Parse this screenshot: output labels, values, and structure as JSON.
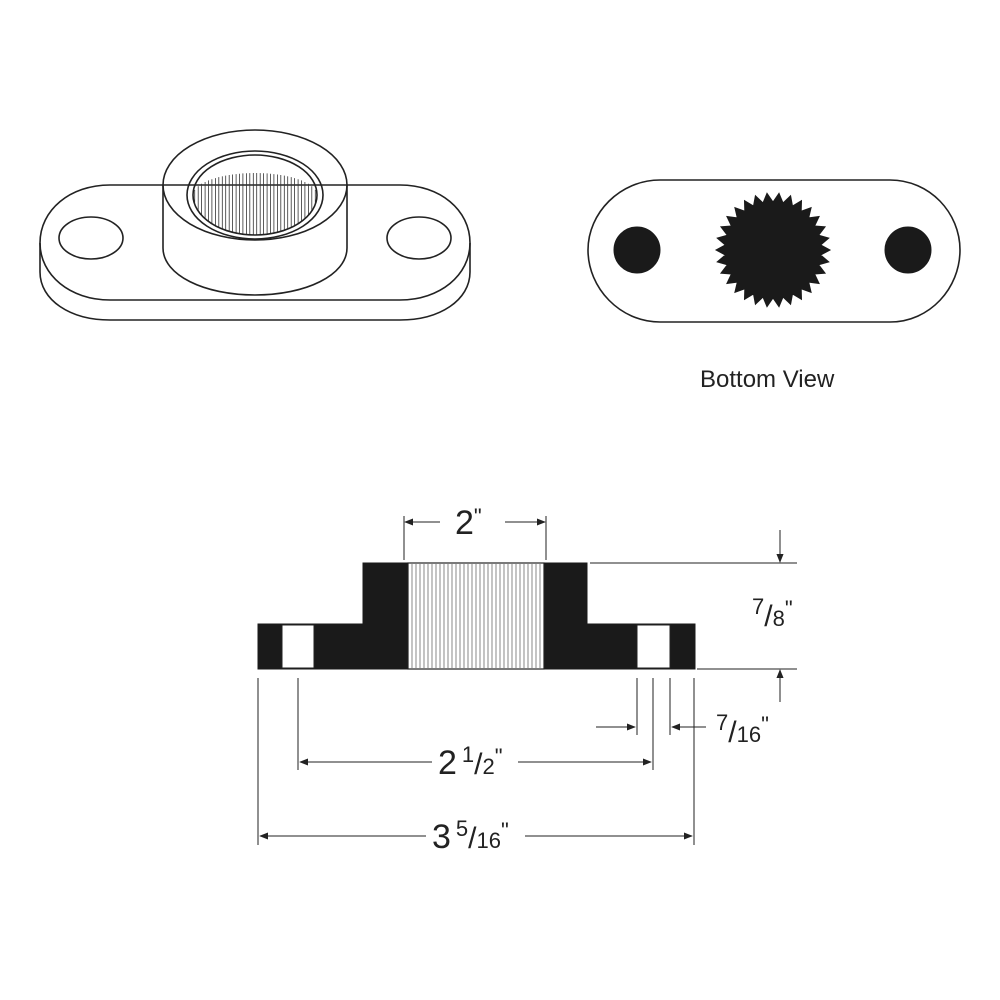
{
  "bottom_view_label": "Bottom View",
  "dimensions": {
    "bore": {
      "whole": "2",
      "unit": "\""
    },
    "height": {
      "num": "7",
      "den": "8",
      "unit": "\""
    },
    "hole": {
      "num": "7",
      "den": "16",
      "unit": "\""
    },
    "hole_spacing": {
      "whole": "2",
      "num": "1",
      "den": "2",
      "unit": "\""
    },
    "overall_length": {
      "whole": "3",
      "num": "5",
      "den": "16",
      "unit": "\""
    }
  },
  "colors": {
    "ink": "#1a1a1a",
    "line": "#222222",
    "background": "#ffffff"
  },
  "icons": [
    "isometric-part-drawing",
    "bottom-view-drawing",
    "side-section-drawing"
  ]
}
